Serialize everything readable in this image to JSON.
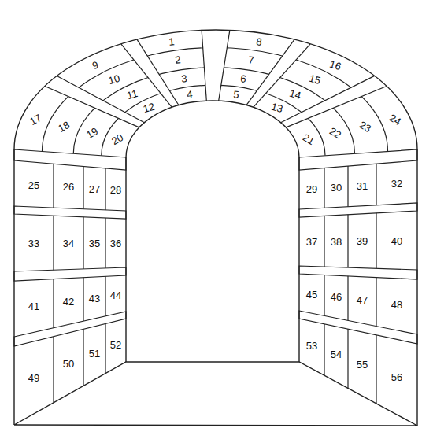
{
  "diagram": {
    "labels": [
      "1",
      "2",
      "3",
      "4",
      "5",
      "6",
      "7",
      "8",
      "9",
      "10",
      "11",
      "12",
      "13",
      "14",
      "15",
      "16",
      "17",
      "18",
      "19",
      "20",
      "21",
      "22",
      "23",
      "24",
      "25",
      "26",
      "27",
      "28",
      "29",
      "30",
      "31",
      "32",
      "33",
      "34",
      "35",
      "36",
      "37",
      "38",
      "39",
      "40",
      "41",
      "42",
      "43",
      "44",
      "45",
      "46",
      "47",
      "48",
      "49",
      "50",
      "51",
      "52",
      "53",
      "54",
      "55",
      "56"
    ]
  }
}
